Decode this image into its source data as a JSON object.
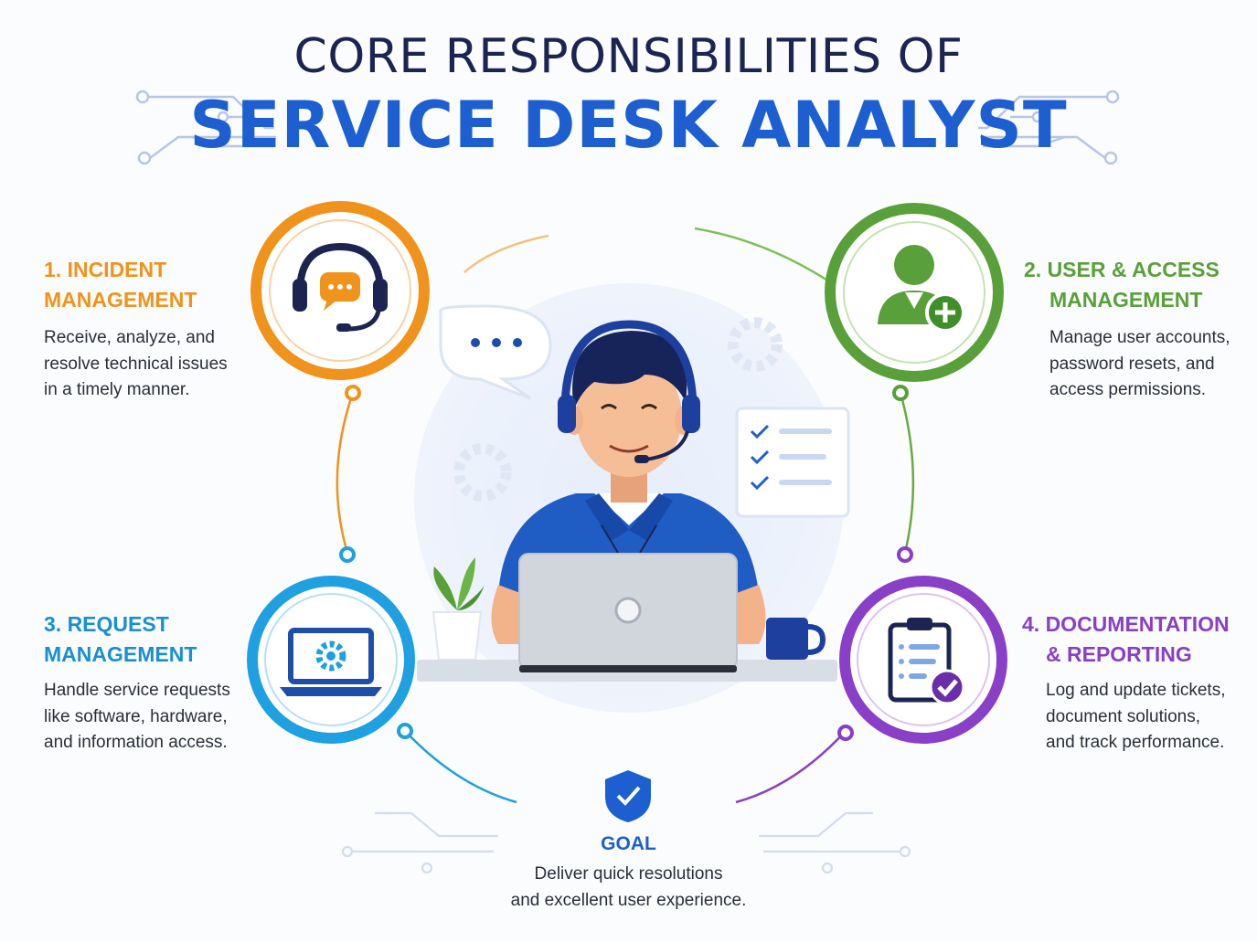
{
  "title": {
    "line1": "CORE RESPONSIBILITIES OF",
    "line2": "SERVICE DESK ANALYST"
  },
  "colors": {
    "navy": "#1c2552",
    "blue": "#1d5fd0",
    "orange": "#f0931c",
    "green": "#5aa03a",
    "lightblue": "#1fa0e0",
    "purple": "#8a3fc7"
  },
  "responsibilities": [
    {
      "heading_line1": "1. INCIDENT",
      "heading_line2": "MANAGEMENT",
      "desc_line1": "Receive, analyze, and",
      "desc_line2": "resolve technical issues",
      "desc_line3": "in a timely manner.",
      "icon": "headset-chat-icon",
      "color": "#f0931c"
    },
    {
      "heading_line1": "2. USER & ACCESS",
      "heading_line2": "MANAGEMENT",
      "desc_line1": "Manage user accounts,",
      "desc_line2": "password resets, and",
      "desc_line3": "access permissions.",
      "icon": "user-add-icon",
      "color": "#5aa03a"
    },
    {
      "heading_line1": "3. REQUEST",
      "heading_line2": "MANAGEMENT",
      "desc_line1": "Handle service requests",
      "desc_line2": "like software, hardware,",
      "desc_line3": "and information access.",
      "icon": "laptop-gear-icon",
      "color": "#1fa0e0"
    },
    {
      "heading_line1": "4. DOCUMENTATION",
      "heading_line2": "& REPORTING",
      "desc_line1": "Log and update tickets,",
      "desc_line2": "document solutions,",
      "desc_line3": "and track performance.",
      "icon": "clipboard-check-icon",
      "color": "#8a3fc7"
    }
  ],
  "goal": {
    "title": "GOAL",
    "line1": "Deliver quick resolutions",
    "line2": "and excellent user experience.",
    "icon": "shield-check-icon"
  }
}
